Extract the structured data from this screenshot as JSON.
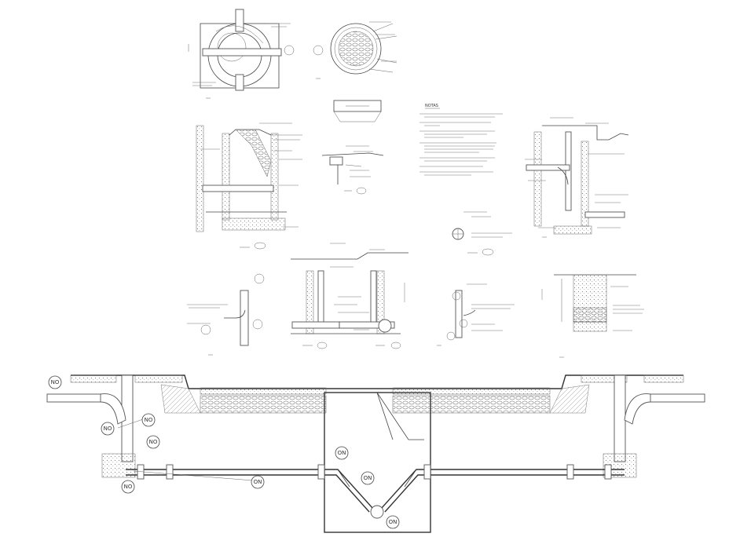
{
  "tags": {
    "no": "NO",
    "on": "ON"
  },
  "notes": {
    "heading": "NOTAS"
  }
}
